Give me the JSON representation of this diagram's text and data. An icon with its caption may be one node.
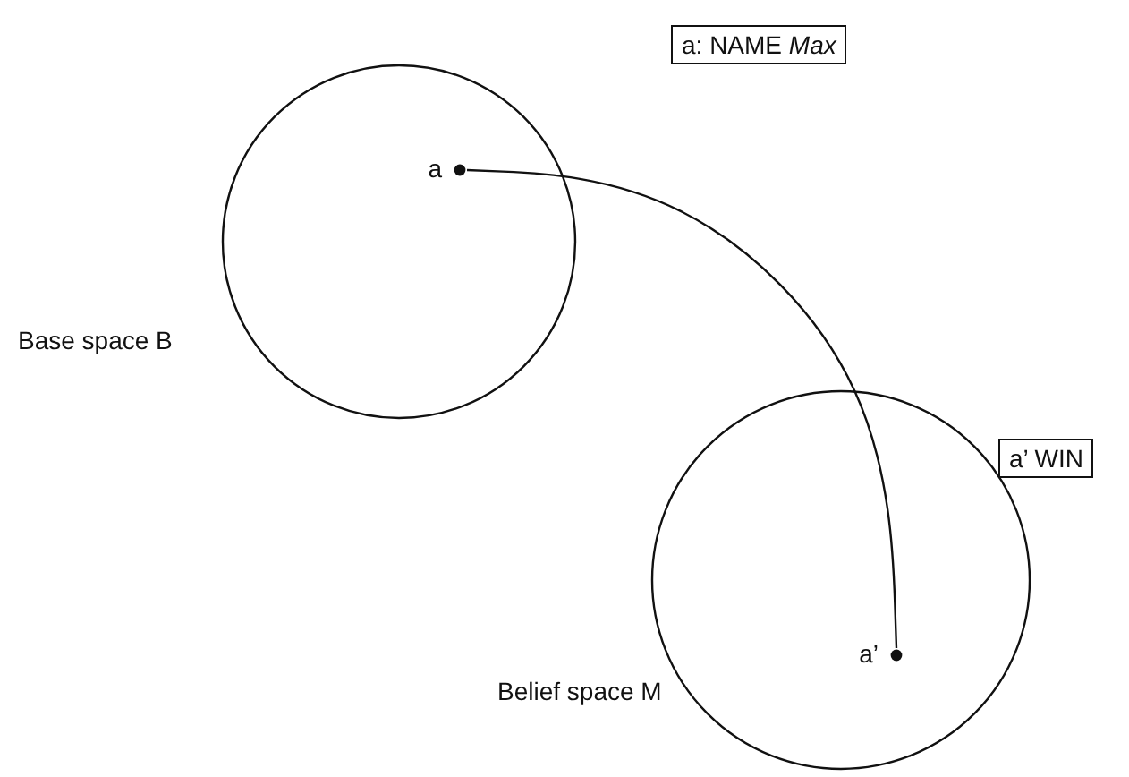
{
  "diagram": {
    "nodes": [
      {
        "text": [
          "Base space B"
        ]
      },
      {
        "text": [
          "a"
        ],
        "in": 0
      },
      {
        "text": [
          "a: NAME *Max*"
        ]
      },
      {
        "text": [
          "Belief space M"
        ]
      },
      {
        "text": [
          "a’"
        ],
        "in": 3
      },
      {
        "text": [
          "a’ WIN"
        ]
      }
    ],
    "edges": [
      {
        "from": 1,
        "to": 4,
        "arrow": "none"
      }
    ]
  }
}
